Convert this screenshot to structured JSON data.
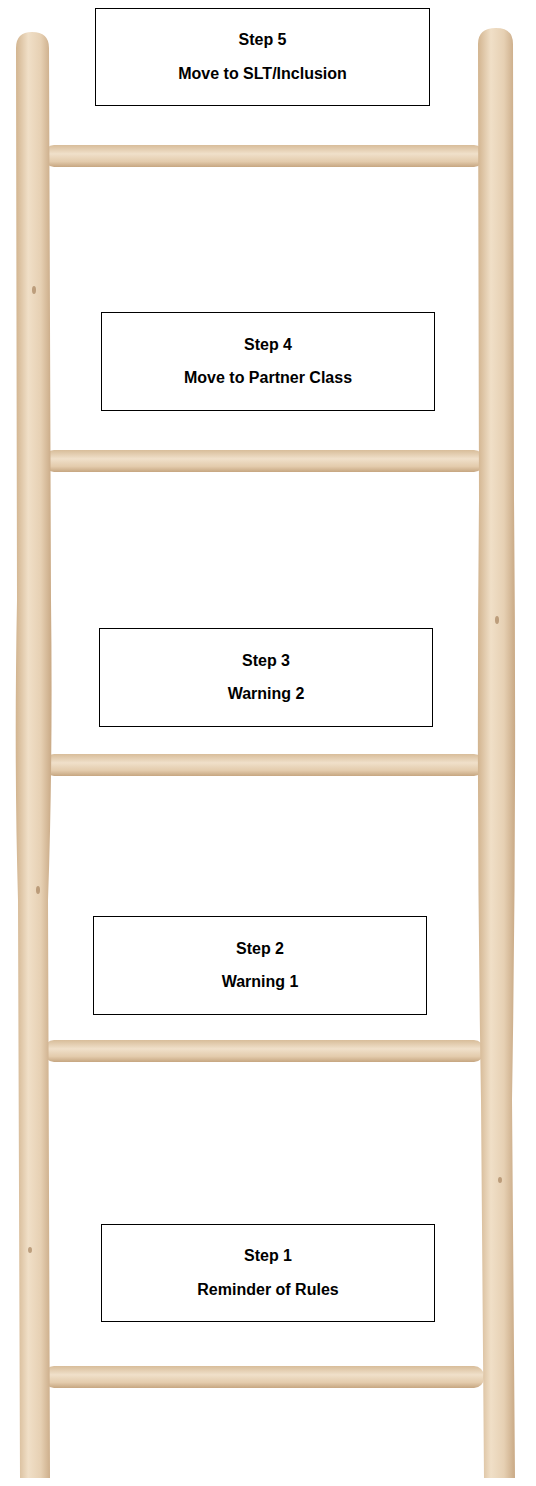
{
  "diagram": {
    "nodes": [
      {
        "text": [
          "Step 5",
          "Move to SLT/Inclusion"
        ]
      },
      {
        "text": [
          "Step 4",
          "Move to Partner Class"
        ]
      },
      {
        "text": [
          "Step 3",
          "Warning 2"
        ]
      },
      {
        "text": [
          "Step 2",
          "Warning 1"
        ]
      },
      {
        "text": [
          "Step 1",
          "Reminder of Rules"
        ]
      }
    ]
  }
}
